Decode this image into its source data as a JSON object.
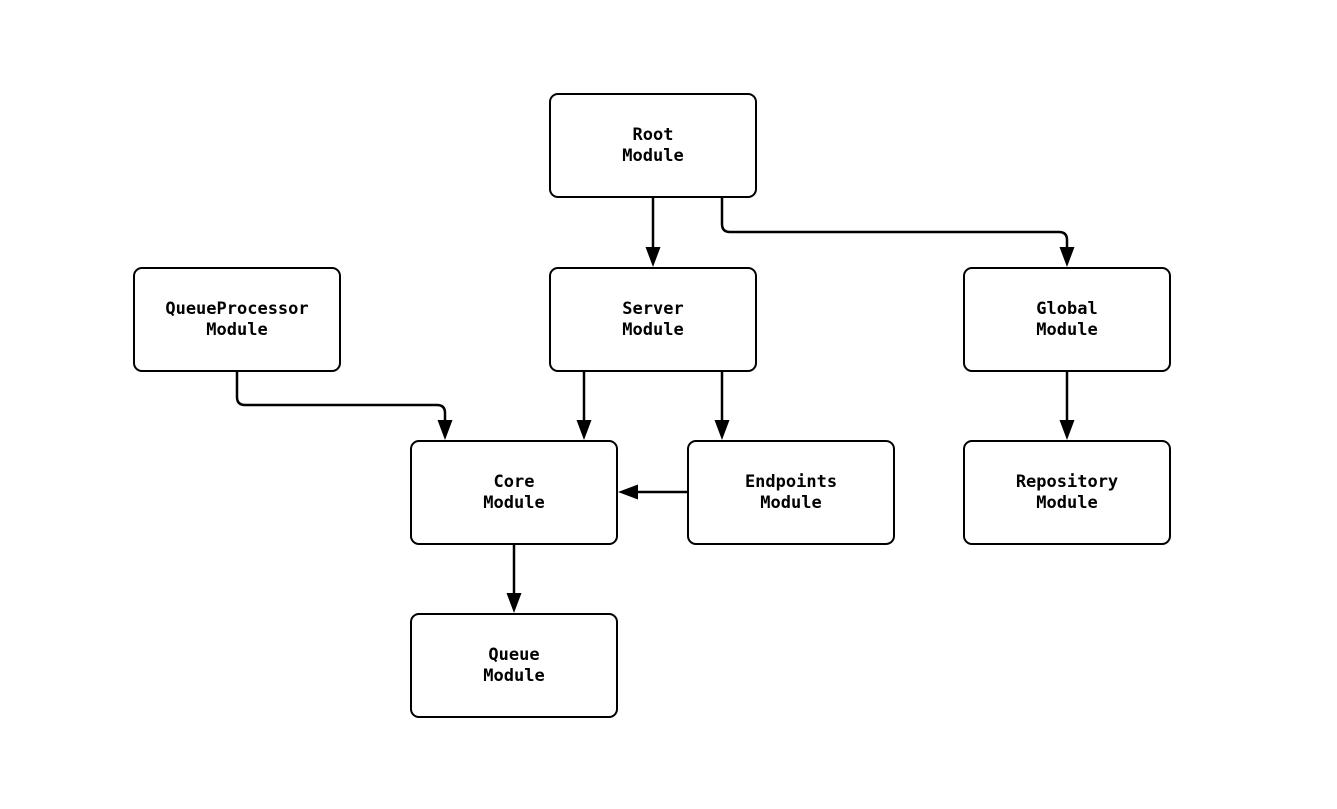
{
  "diagram": {
    "type": "module-dependency-graph",
    "background_color": "#ffffff",
    "node_fill_color": "#ffffff",
    "node_border_color": "#000000",
    "edge_color": "#000000",
    "text_color": "#000000"
  },
  "nodes": {
    "root": {
      "lines": [
        "Root",
        "Module"
      ]
    },
    "queueprocessor": {
      "lines": [
        "QueueProcessor",
        "Module"
      ]
    },
    "server": {
      "lines": [
        "Server",
        "Module"
      ]
    },
    "global": {
      "lines": [
        "Global",
        "Module"
      ]
    },
    "core": {
      "lines": [
        "Core",
        "Module"
      ]
    },
    "endpoints": {
      "lines": [
        "Endpoints",
        "Module"
      ]
    },
    "repository": {
      "lines": [
        "Repository",
        "Module"
      ]
    },
    "queue": {
      "lines": [
        "Queue",
        "Module"
      ]
    }
  },
  "edges": [
    {
      "from": "Root Module",
      "to": "Server Module"
    },
    {
      "from": "Root Module",
      "to": "Global Module"
    },
    {
      "from": "QueueProcessor Module",
      "to": "Core Module"
    },
    {
      "from": "Server Module",
      "to": "Core Module"
    },
    {
      "from": "Server Module",
      "to": "Endpoints Module"
    },
    {
      "from": "Global Module",
      "to": "Repository Module"
    },
    {
      "from": "Endpoints Module",
      "to": "Core Module"
    },
    {
      "from": "Core Module",
      "to": "Queue Module"
    }
  ]
}
